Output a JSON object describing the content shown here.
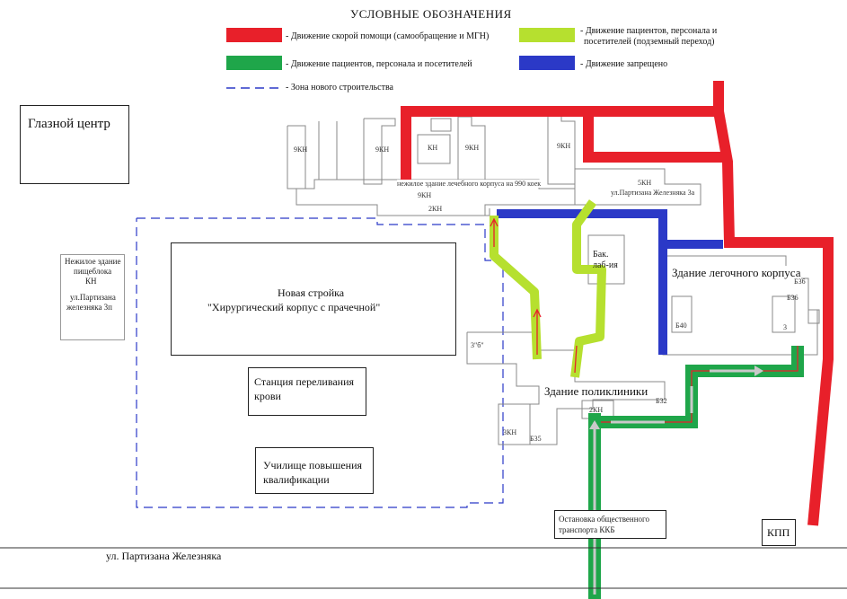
{
  "legend": {
    "title": "УСЛОВНЫЕ ОБОЗНАЧЕНИЯ",
    "items": [
      {
        "color": "#e8202a",
        "label": "- Движение скорой помощи (самообращение и МГН)"
      },
      {
        "color": "#1fa64a",
        "label": "- Движение пациентов, персонала и посетителей"
      },
      {
        "color": "#b6e02f",
        "label_line1": "- Движение пациентов, персонала и",
        "label_line2": "посетителей (подземный переход)"
      },
      {
        "color": "#2b39c7",
        "label": "- Движение запрещено"
      },
      {
        "color": "#2b39c7",
        "label": "- Зона нового строительства"
      }
    ]
  },
  "labels": {
    "eye_center": "Глазной центр",
    "canteen_l1": "Нежилое здание",
    "canteen_l2": "пищеблока",
    "canteen_l3": "КН",
    "canteen_l4": "ул.Партизана",
    "canteen_l5": "железняка 3п",
    "new_build_l1": "Новая стройка",
    "new_build_l2": "\"Хирургический корпус с прачечной\"",
    "blood_l1": "Станция переливания",
    "blood_l2": "крови",
    "school_l1": "Училище повышения",
    "school_l2": "квалификации",
    "polyclinic": "Здание поликлиники",
    "lung": "Здание легочного корпуса",
    "lab_l1": "Бак.",
    "lab_l2": "лаб-ия",
    "bus_stop_l1": "Остановка общественного",
    "bus_stop_l2": "транспорта ККБ",
    "checkpoint": "КПП",
    "street": "ул. Партизана Железняка",
    "building_990": "нежилое здание лечебного корпуса на 990 коек",
    "address_3a": "ул.Партизана Железняка 3а",
    "kn9_a": "9КН",
    "kn9_b": "9КН",
    "kn9_c": "9КН",
    "kn9_d": "9КН",
    "kn9_e": "9КН",
    "kn_small": "КН",
    "kn5": "5КН",
    "kn2_top": "2КН",
    "kn2_poly": "2КН",
    "kn3": "3КН",
    "b35": "Б35",
    "b32": "Б32",
    "b40": "Б40",
    "b36_a": "Б36",
    "b36_b": "Б36",
    "num3": "3",
    "b3b": "3\"б\""
  }
}
